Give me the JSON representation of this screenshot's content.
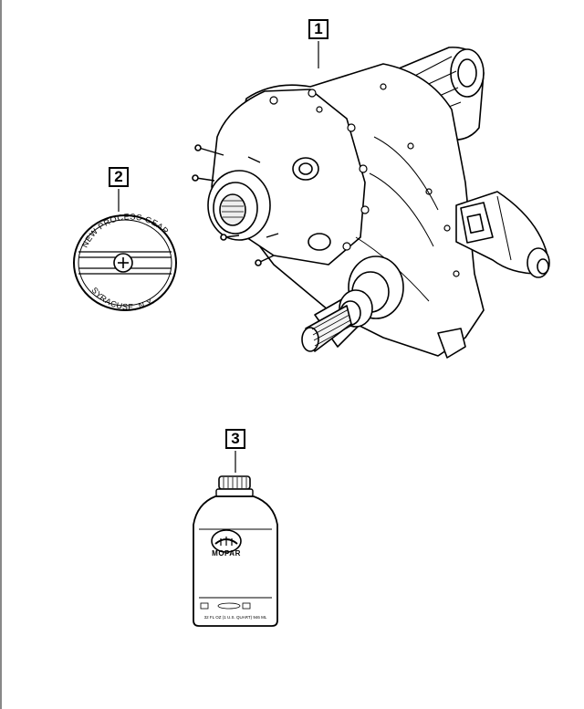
{
  "callouts": {
    "part1": "1",
    "part2": "2",
    "part3": "3"
  },
  "tag": {
    "top_text": "NEW PROCESS GEAR",
    "bottom_text": "SYRACUSE, N.Y."
  },
  "bottle": {
    "brand": "MOPAR",
    "fine_print": "32 FL OZ (1 U.S. QUART) 946 ML"
  }
}
